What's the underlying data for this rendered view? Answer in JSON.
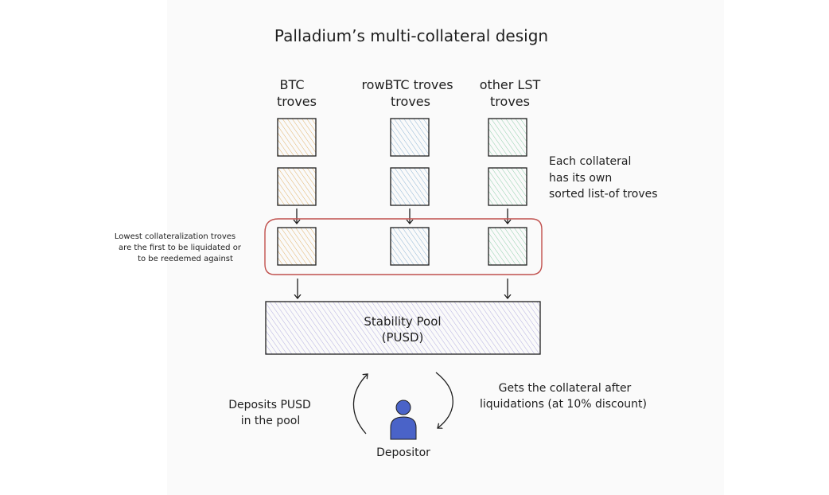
{
  "title": "Palladium’s multi-collateral design",
  "columns": [
    {
      "line1": "BTC",
      "line2": "troves",
      "fill": "#f6d9a8",
      "stroke": "#1e1e1e",
      "hatch": "#e3b36a"
    },
    {
      "line1": "rowBTC troves",
      "line2": "troves",
      "fill": "#cde1f0",
      "stroke": "#1e1e1e",
      "hatch": "#8fb6d6"
    },
    {
      "line1": "other LST",
      "line2": "troves",
      "fill": "#cfeedd",
      "stroke": "#1e1e1e",
      "hatch": "#8fd0ab"
    }
  ],
  "right_note": [
    "Each collateral",
    "has its own",
    "sorted list-of troves"
  ],
  "left_note": [
    "Lowest collateralization troves",
    "are the first to be liquidated or",
    "to be reedemed against"
  ],
  "pool": {
    "line1": "Stability Pool",
    "line2": "(PUSD)",
    "fill": "#dcdaf2",
    "hatch": "#b3aee0"
  },
  "deposit_note": [
    "Deposits PUSD",
    "in the pool"
  ],
  "gets_note": [
    "Gets the collateral after",
    "liquidations (at 10% discount)"
  ],
  "depositor": {
    "label": "Depositor",
    "icon": "person-icon",
    "color": "#4a63c8"
  },
  "colors": {
    "highlight": "#c0504d",
    "ink": "#1e1e1e"
  }
}
